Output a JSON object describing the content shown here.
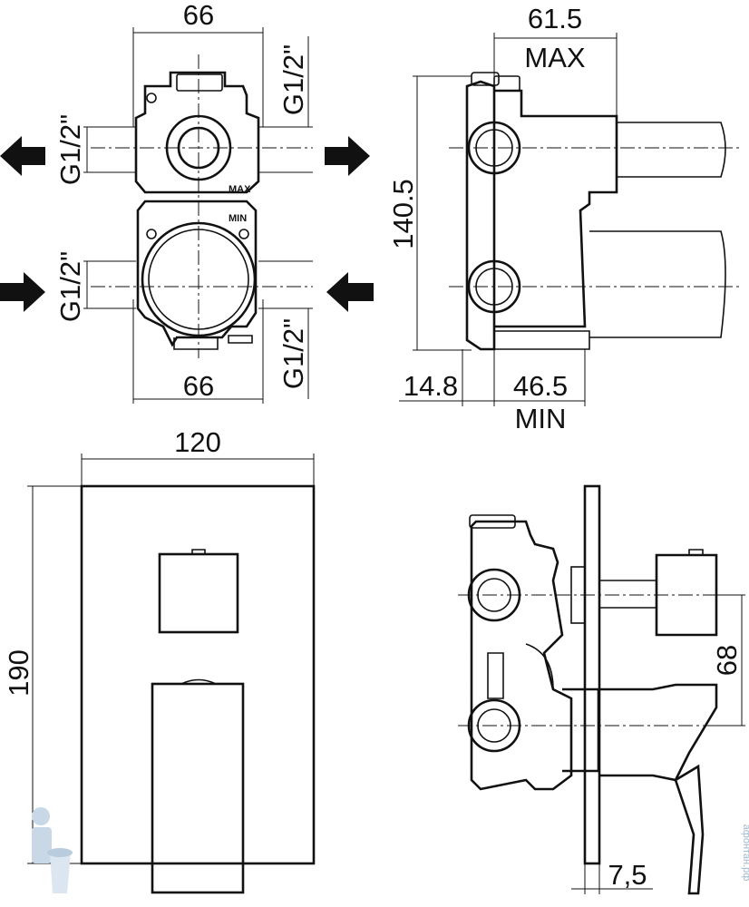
{
  "front_view": {
    "width_top": "66",
    "width_bottom": "66",
    "left_upper_thread": "G1/2\"",
    "left_lower_thread": "G1/2\"",
    "right_upper_thread": "G1/2\"",
    "right_lower_thread": "G1/2\"",
    "max_mark": "MAX",
    "min_mark": "MIN"
  },
  "side_view": {
    "depth_max": "61.5",
    "max_label": "MAX",
    "height": "140.5",
    "offset": "14.8",
    "depth_min": "46.5",
    "min_label": "MIN"
  },
  "plate_front": {
    "width": "120",
    "height": "190"
  },
  "assembly_side": {
    "handle_spacing": "68",
    "plate_thickness": "7,5"
  },
  "watermark": "афонтан.рф"
}
